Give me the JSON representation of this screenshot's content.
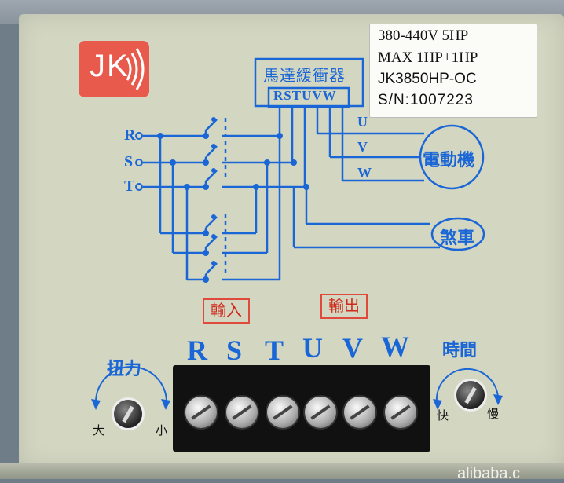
{
  "logo": {
    "text": "JK"
  },
  "label": {
    "line1": "380-440V  5HP",
    "line2": "MAX  1HP+1HP",
    "line3": "JK3850HP-OC",
    "line4": "S/N:1007223"
  },
  "diagram": {
    "buffer_title": "馬達緩衝器",
    "buffer_terminals": "RSTUVW",
    "inputs": [
      "R",
      "S",
      "T"
    ],
    "outputs": [
      "U",
      "V",
      "W"
    ],
    "motor": "電動機",
    "brake": "煞車"
  },
  "sections": {
    "input_label": "輸入",
    "output_label": "輸出"
  },
  "terminals": [
    "R",
    "S",
    "T",
    "U",
    "V",
    "W"
  ],
  "torque_knob": {
    "title": "扭力",
    "left": "大",
    "right": "小"
  },
  "time_knob": {
    "title": "時間",
    "left": "快",
    "right": "慢"
  },
  "watermark": "alibaba.c"
}
